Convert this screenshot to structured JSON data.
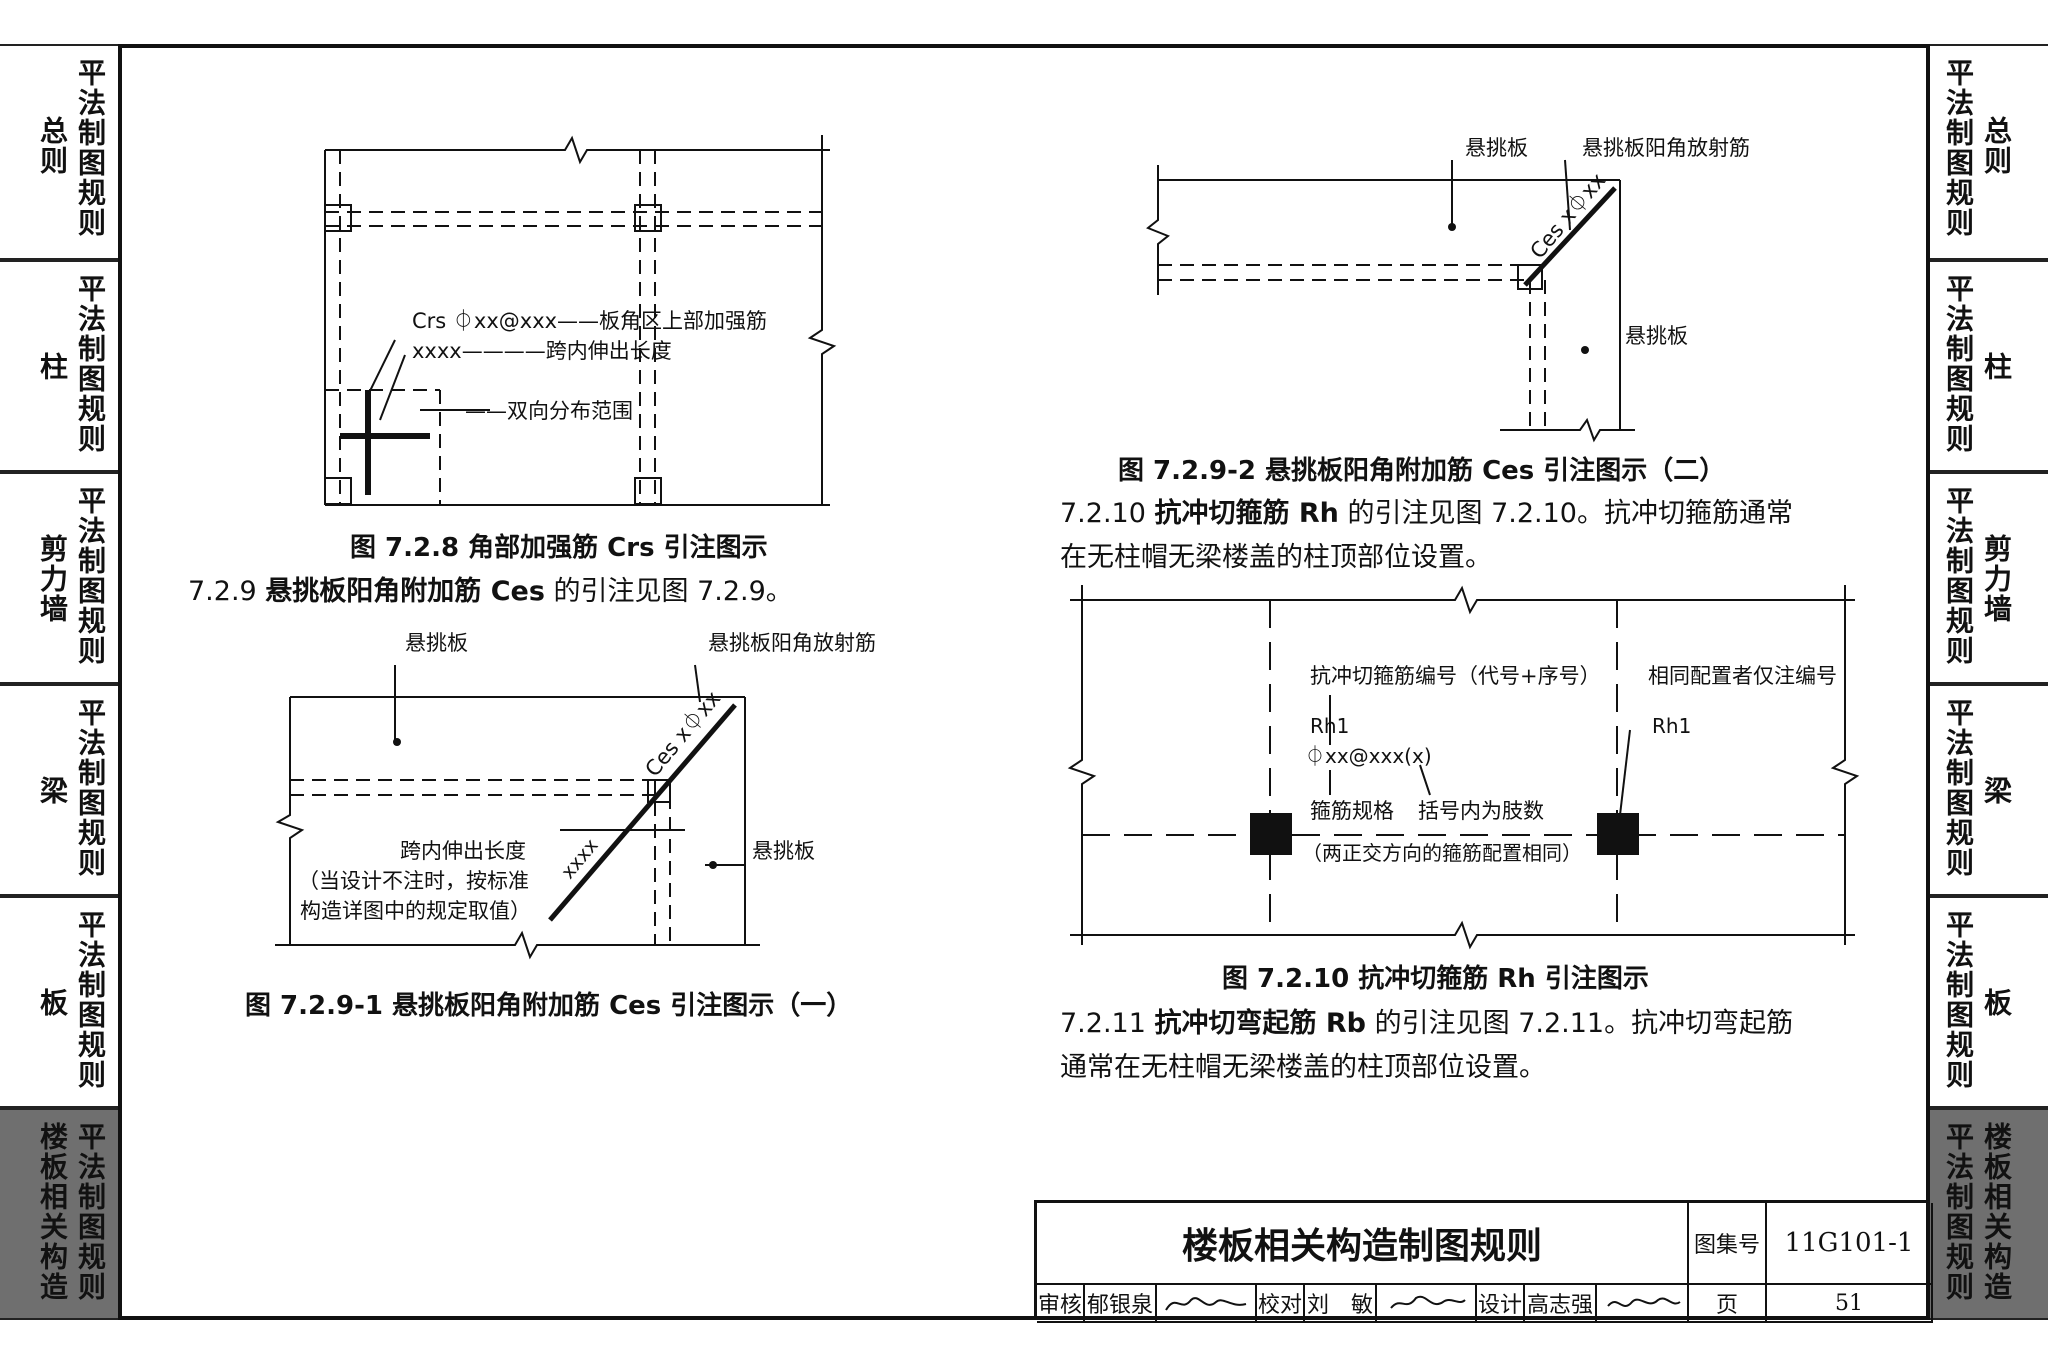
{
  "side_tabs": [
    {
      "col1": "平法制图规则",
      "col2": "总则"
    },
    {
      "col1": "平法制图规则",
      "col2": "柱"
    },
    {
      "col1": "平法制图规则",
      "col2": "剪力墙"
    },
    {
      "col1": "平法制图规则",
      "col2": "梁"
    },
    {
      "col1": "平法制图规则",
      "col2": "板"
    },
    {
      "col1": "平法制图规则",
      "col2": "楼板相关构造"
    }
  ],
  "fig_728": {
    "label1": "Crs ⏀xx@xxx——板角区上部加强筋",
    "label2": "xxxx————跨内伸出长度",
    "label3": "——双向分布范围",
    "caption": "图 7.2.8  角部加强筋 Crs 引注图示"
  },
  "para_729": {
    "num": "7.2.9",
    "bold": "悬挑板阳角附加筋 Ces",
    "rest": "的引注见图 7.2.9。"
  },
  "fig_7291": {
    "label_top": "悬挑板",
    "label_top_right": "悬挑板阳角放射筋",
    "label_diag": "Ces x⏀xx",
    "label_xxxx": "xxxx",
    "label_extend": "跨内伸出长度",
    "label_note1": "（当设计不注时，按标准",
    "label_note2": "构造详图中的规定取值）",
    "label_right": "悬挑板",
    "caption": "图 7.2.9-1  悬挑板阳角附加筋 Ces 引注图示（一）"
  },
  "fig_7292": {
    "label_top": "悬挑板",
    "label_top_right": "悬挑板阳角放射筋",
    "label_diag": "Ces x⏀xx",
    "label_right": "悬挑板",
    "caption": "图 7.2.9-2  悬挑板阳角附加筋 Ces 引注图示（二）"
  },
  "para_7210": {
    "num": "7.2.10",
    "bold": "抗冲切箍筋 Rh",
    "rest1": "的引注见图 7.2.10。抗冲切箍筋通常",
    "rest2": "在无柱帽无梁楼盖的柱顶部位设置。"
  },
  "fig_7210": {
    "label_num": "抗冲切箍筋编号（代号+序号）",
    "label_same": "相同配置者仅注编号",
    "rh1_a": "Rh1",
    "rh1_b": "Rh1",
    "spec": "⏀xx@xxx(x)",
    "label_spec": "箍筋规格",
    "label_legs": "括号内为肢数",
    "label_note": "（两正交方向的箍筋配置相同）",
    "caption": "图 7.2.10  抗冲切箍筋 Rh 引注图示"
  },
  "para_7211": {
    "num": "7.2.11",
    "bold": "抗冲切弯起筋 Rb",
    "rest1": "的引注见图 7.2.11。抗冲切弯起筋",
    "rest2": "通常在无柱帽无梁楼盖的柱顶部位设置。"
  },
  "titleblock": {
    "title": "楼板相关构造制图规则",
    "atlas_label": "图集号",
    "atlas_no": "11G101-1",
    "review_label": "审核",
    "reviewer": "郁银泉",
    "check_label": "校对",
    "checker": "刘　敏",
    "design_label": "设计",
    "designer": "高志强",
    "page_label": "页",
    "page_no": "51"
  }
}
